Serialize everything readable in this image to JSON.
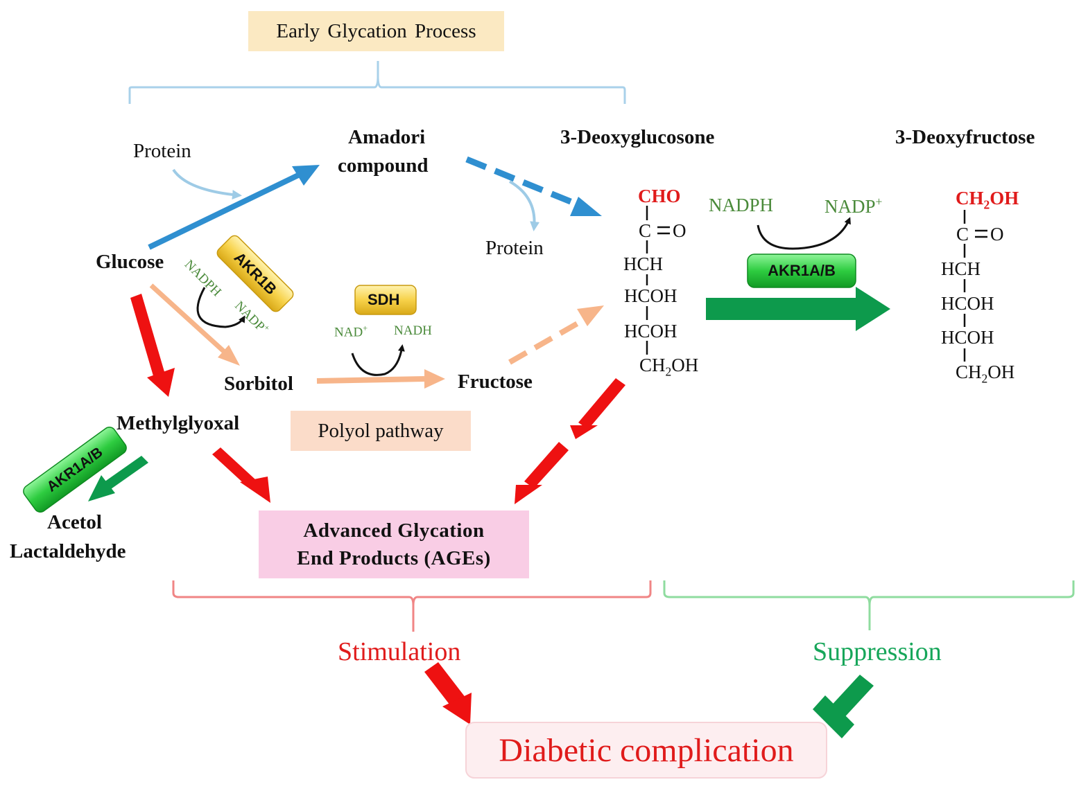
{
  "labels": {
    "early_glycation": "Early Glycation Process",
    "protein_top": "Protein",
    "amadori_line1": "Amadori",
    "amadori_line2": "compound",
    "deoxyglucosone_title": "3-Deoxyglucosone",
    "deoxyfructose_title": "3-Deoxyfructose",
    "glucose": "Glucose",
    "protein_mid": "Protein",
    "sorbitol": "Sorbitol",
    "fructose": "Fructose",
    "methylglyoxal": "Methylglyoxal",
    "polyol_pathway": "Polyol pathway",
    "acetol": "Acetol",
    "lactaldehyde": "Lactaldehyde",
    "ages_line1": "Advanced Glycation",
    "ages_line2": "End Products (AGEs)",
    "stimulation": "Stimulation",
    "suppression": "Suppression",
    "diabetic_complication": "Diabetic complication"
  },
  "cofactors": {
    "akr1b_nadph": "NADPH",
    "akr1b_nadp": "NADP",
    "akr1b_nadp_sup": "+",
    "sdh_nad": "NAD",
    "sdh_nad_sup": "+",
    "sdh_nadh": "NADH",
    "akr1ab_nadph": "NADPH",
    "akr1ab_nadp": "NADP",
    "akr1ab_nadp_sup": "+"
  },
  "enzymes": {
    "akr1b": "AKR1B",
    "sdh": "SDH",
    "akr1ab_right": "AKR1A/B",
    "akr1ab_left": "AKR1A/B"
  },
  "deoxyglucosone_structure": {
    "top": "CHO",
    "c2": "C",
    "c2_o": "O",
    "c3": "HCH",
    "c4": "HCOH",
    "c5": "HCOH",
    "c6": "CH",
    "c6_sub": "2",
    "c6_end": "OH"
  },
  "deoxyfructose_structure": {
    "top": "CH",
    "top_sub": "2",
    "top_end": "OH",
    "c2": "C",
    "c2_o": "O",
    "c3": "HCH",
    "c4": "HCOH",
    "c5": "HCOH",
    "c6": "CH",
    "c6_sub": "2",
    "c6_end": "OH"
  },
  "colors": {
    "blue_arrow": "#2f8fd0",
    "light_blue": "#9ecbe6",
    "red_arrow": "#ee1111",
    "green_arrow": "#0d9a4c",
    "salmon_arrow": "#f7b58a",
    "red_text": "#e01b1b",
    "green_text": "#17a65a",
    "cofactor_green": "#4a8a3a",
    "early_box": "#fbe9c2",
    "polyol_box": "#fbdcc9",
    "ages_box": "#f9cde5",
    "diabetic_box": "#fdeef0",
    "red_bracket": "#f08585",
    "green_bracket": "#8fdc9f",
    "blue_bracket": "#a9d1ea",
    "enzyme_yellow": "#f7d24a",
    "enzyme_green": "#2ecc40"
  }
}
